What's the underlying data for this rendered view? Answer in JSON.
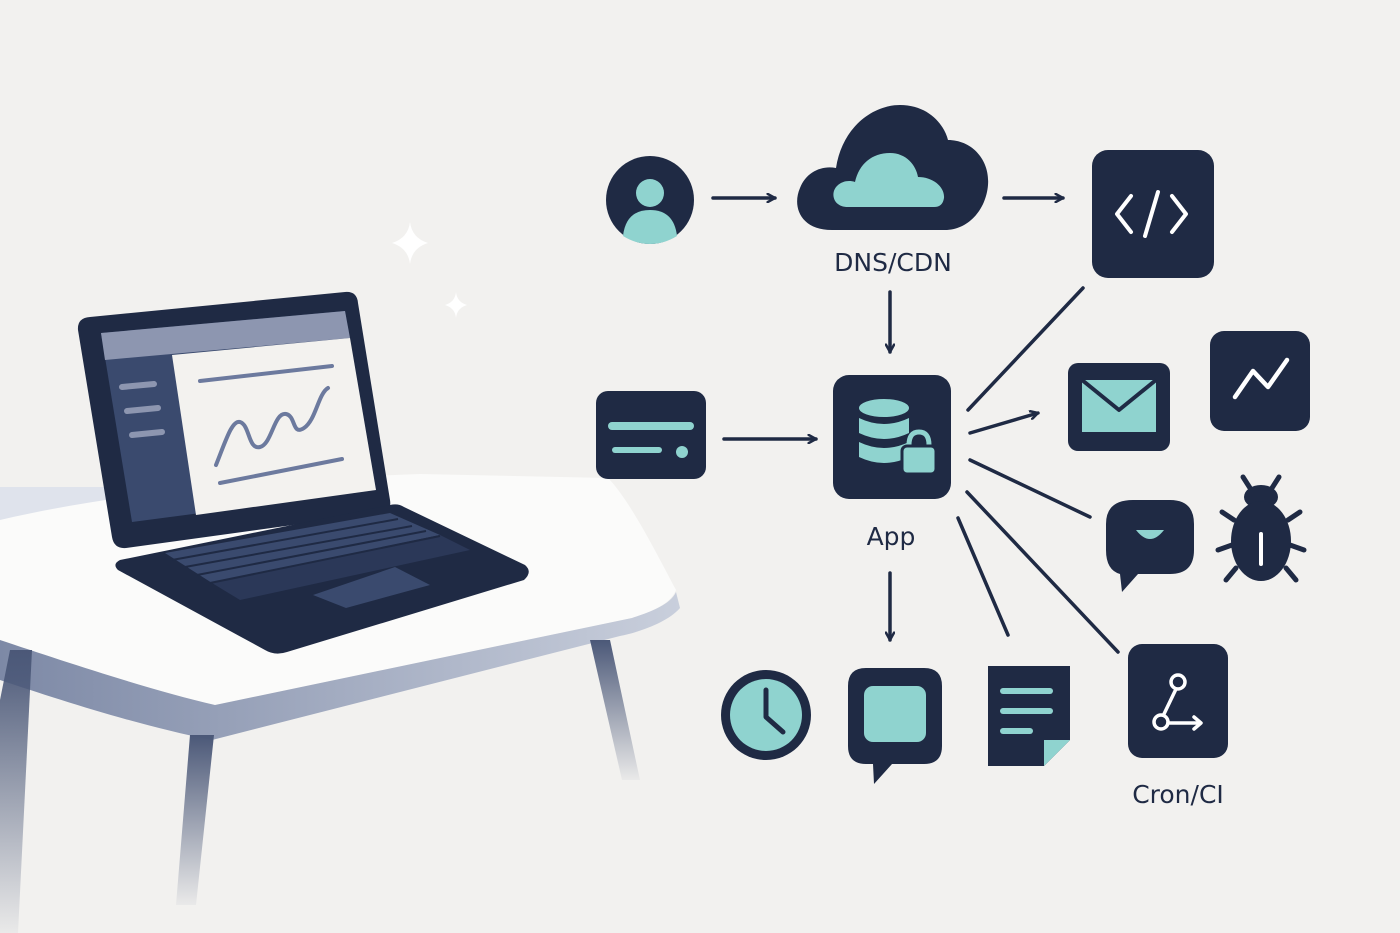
{
  "labels": {
    "cdn": "DNS/CDN",
    "app": "App",
    "cron": "Cron/CI"
  },
  "colors": {
    "navy": "#1f2a44",
    "teal": "#8fd3cf",
    "background": "#f2f1ef",
    "table_top": "#ffffff",
    "screen": "#f3f2ef"
  },
  "icons": {
    "user": "user-icon",
    "cloud": "cloud-icon",
    "code": "code-icon",
    "card": "credit-card-icon",
    "app": "database-lock-icon",
    "mail": "mail-icon",
    "chart": "line-chart-icon",
    "chat": "chat-bubble-icon",
    "bug": "bug-icon",
    "clock": "clock-icon",
    "message": "message-icon",
    "doc": "document-icon",
    "git": "git-branch-icon",
    "laptop": "laptop-illustration",
    "desk": "desk-illustration"
  }
}
